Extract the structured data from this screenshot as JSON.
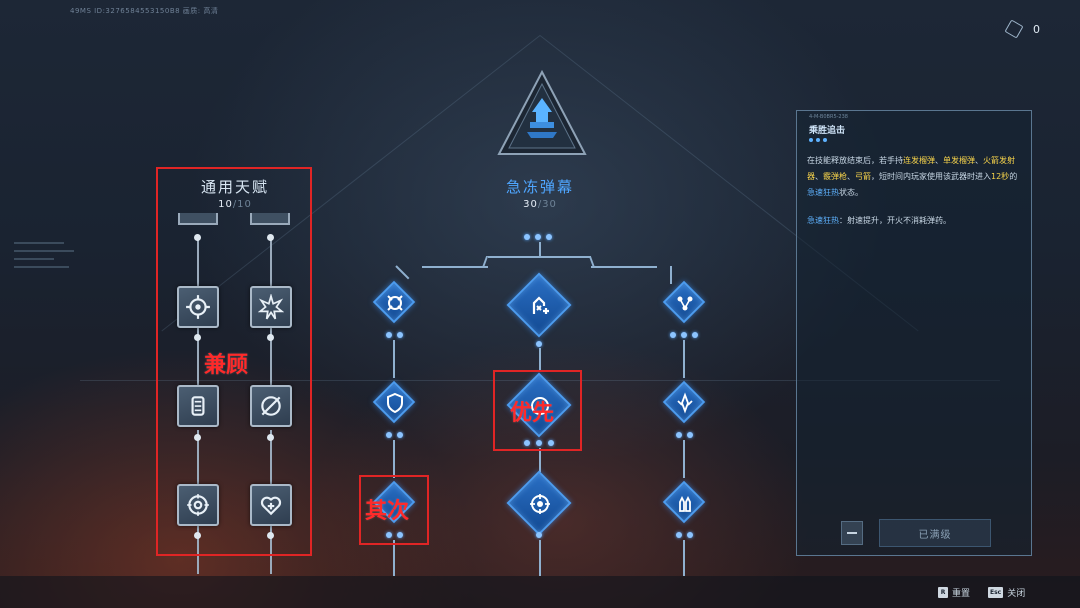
{
  "top_bar": {
    "session_id": "49MS  ID:3276584553150B8   画质: 高清",
    "currency_value": "0"
  },
  "general_panel": {
    "title": "通用天赋",
    "count_current": "10",
    "count_max": "/10"
  },
  "branch": {
    "title": "急冻弹幕",
    "count_current": "30",
    "count_max": "/30"
  },
  "annotations": {
    "both": "兼顾",
    "priority": "优先",
    "secondary": "其次"
  },
  "detail_panel": {
    "code": "4-M-B0BR5-238",
    "title": "乘胜追击",
    "desc_prefix": "在技能释放结束后，若手持",
    "weapon1": "连发榴弹",
    "sep1": "、",
    "weapon2": "单发榴弹",
    "sep2": "、",
    "weapon3": "火箭发射器",
    "sep3": "、",
    "weapon4": "霰弹枪",
    "sep4": "、",
    "weapon5": "弓箭",
    "desc_mid": "，短时间内玩家使用该武器时进入",
    "duration": "12秒",
    "desc_mid2": "的",
    "state": "急速狂热",
    "desc_end": "状态。",
    "effect_name": "急速狂热",
    "effect_desc": "：射速提升，开火不消耗弹药。",
    "button_label": "已满级"
  },
  "hints": {
    "reset_key": "R",
    "reset_label": "重置",
    "close_key": "Esc",
    "close_label": "关闭"
  },
  "icons": [
    "hex-currency-icon",
    "crosshair-icon",
    "star-burst-icon",
    "ammo-icon",
    "scope-icon",
    "target-icon",
    "heart-plus-icon",
    "shield-icon",
    "ammo-plus-icon",
    "crystal-icon",
    "nodes-icon",
    "bullets-icon",
    "tree-emblem-icon"
  ],
  "colors": {
    "accent_blue": "#4fa6ff",
    "highlight_yellow": "#f5d24b",
    "annotation_red": "#e02525"
  }
}
